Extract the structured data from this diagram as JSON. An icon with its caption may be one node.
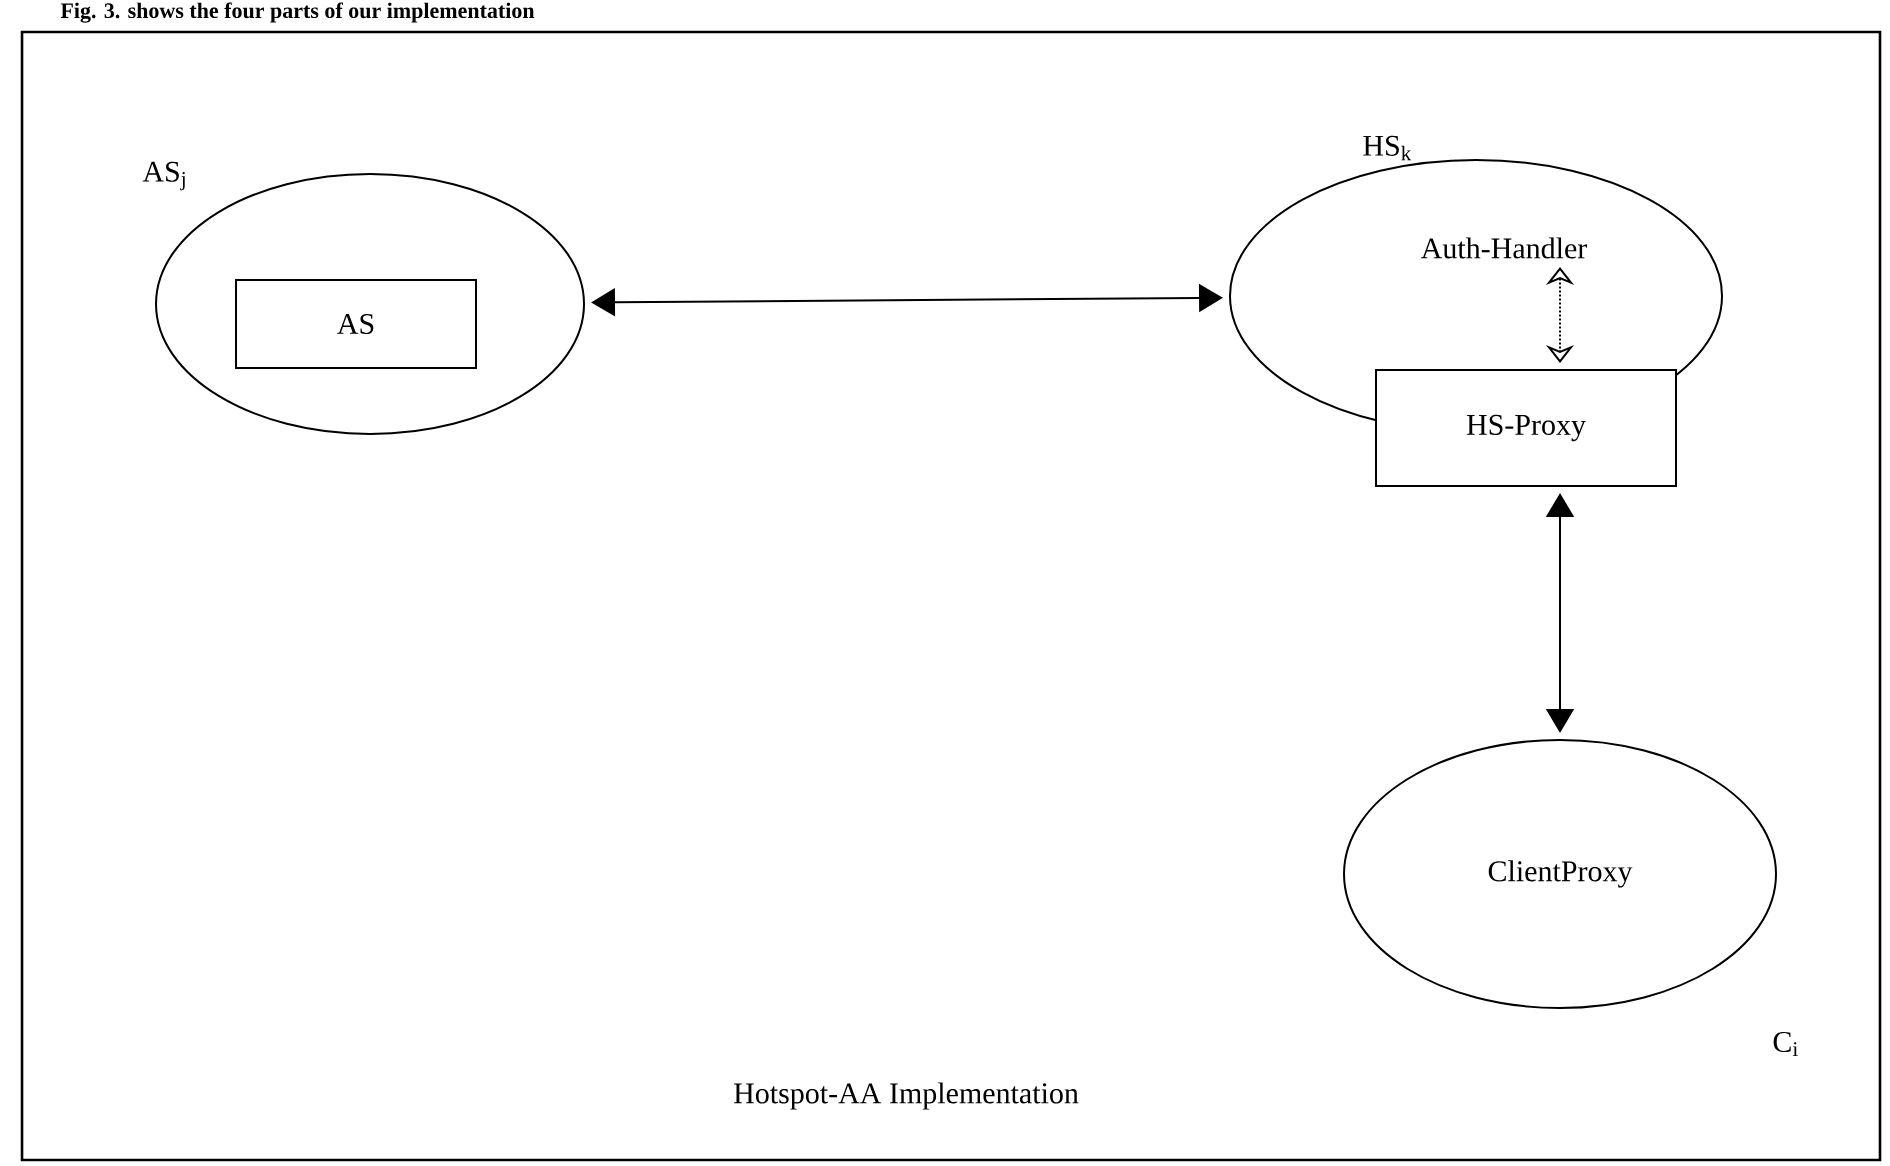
{
  "diagram": {
    "caption": "Hotspot-AA Implementation",
    "nodes": [
      {
        "text": [
          "AS$_{j}$"
        ]
      },
      {
        "text": [
          "AS"
        ],
        "in": 0
      },
      {
        "text": [
          "HS$_{k}$"
        ]
      },
      {
        "text": [
          "Auth-Handler"
        ],
        "in": 2
      },
      {
        "text": [
          "HS-Proxy"
        ]
      },
      {
        "text": [
          "ClientProxy"
        ],
        "beside": [
          "C$_{i}$"
        ]
      }
    ],
    "edges": [
      {
        "from": 0,
        "to": 2,
        "arrow": "both"
      },
      {
        "from": 3,
        "to": 4,
        "arrow": "both",
        "style": "dashed"
      },
      {
        "from": 4,
        "to": 5,
        "arrow": "both"
      }
    ],
    "labels": [
      "Fig. 3. shows the four parts of our implementation"
    ]
  }
}
